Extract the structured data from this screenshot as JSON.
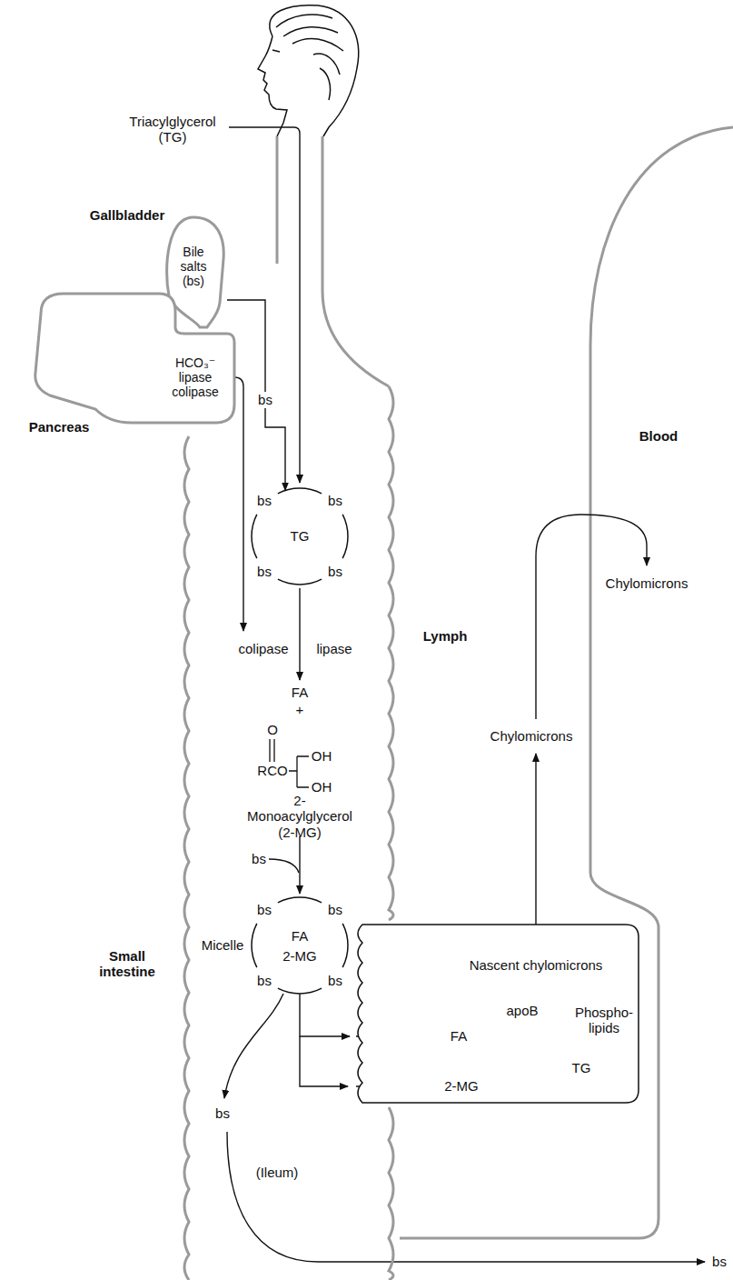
{
  "diagram": {
    "nodes": [
      {
        "text": [
          "Gallbladder",
          "Bile salts (bs)"
        ]
      },
      {
        "text": [
          "HCO₃⁻ lipase colipase",
          "Pancreas"
        ]
      },
      {
        "text": [
          "bs",
          "bs",
          "TG",
          "bs",
          "bs"
        ]
      },
      {
        "text": [
          "Micelle",
          "bs",
          "bs",
          "FA",
          "2-MG",
          "bs",
          "bs"
        ]
      },
      {
        "text": [
          "Nascent chylomicrons",
          "apoB",
          "Phospho- lipids",
          "FA",
          "2-MG",
          "TG"
        ]
      }
    ],
    "edges": [
      {
        "from": 0,
        "to": 2,
        "label": "bs",
        "arrow": "to"
      },
      {
        "from": 3,
        "to": 4,
        "arrow": "to"
      }
    ],
    "labels": [
      "Triacylglycerol (TG)",
      "colipase",
      "lipase",
      "FA",
      "+",
      "O",
      "RCO",
      "OH",
      "OH",
      "2-Monoacylglycerol (2-MG)",
      "bs",
      "bs",
      "(Ileum)",
      "bs",
      "Small intestine",
      "Lymph",
      "Blood",
      "Chylomicrons",
      "Chylomicrons"
    ]
  }
}
